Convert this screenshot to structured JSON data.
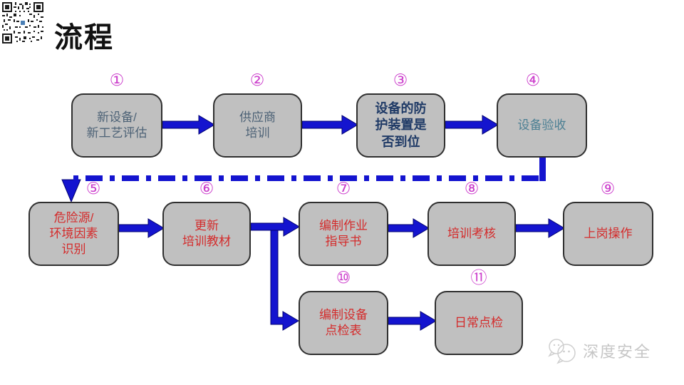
{
  "slide": {
    "title": "流程"
  },
  "icons": {
    "top_left": "qr-code",
    "watermark_logo": "chat-bubbles-logo"
  },
  "colors": {
    "arrow_blue": "#1414cf",
    "arrow_outline": "#000070",
    "node_fill": "#c0c0c0",
    "node_border": "#2f2f2f",
    "number_magenta": "#cc3fcc",
    "text_red": "#d42b2b",
    "text_slate": "#4d6276",
    "text_teal": "#4b7f93",
    "text_navy": "#1f3a66",
    "watermark_gray": "#c6c6c6"
  },
  "flow": {
    "nodes": [
      {
        "num": "①",
        "label": "新设备/\n新工艺评估"
      },
      {
        "num": "②",
        "label": "供应商\n培训"
      },
      {
        "num": "③",
        "label": "设备的防\n护装置是\n否到位"
      },
      {
        "num": "④",
        "label": "设备验收"
      },
      {
        "num": "⑤",
        "label": "危险源/\n环境因素\n识别"
      },
      {
        "num": "⑥",
        "label": "更新\n培训教材"
      },
      {
        "num": "⑦",
        "label": "编制作业\n指导书"
      },
      {
        "num": "⑧",
        "label": "培训考核"
      },
      {
        "num": "⑨",
        "label": "上岗操作"
      },
      {
        "num": "⑩",
        "label": "编制设备\n点检表"
      },
      {
        "num": "⑪",
        "label": "日常点检"
      }
    ]
  },
  "watermark": {
    "text": "深度安全"
  }
}
